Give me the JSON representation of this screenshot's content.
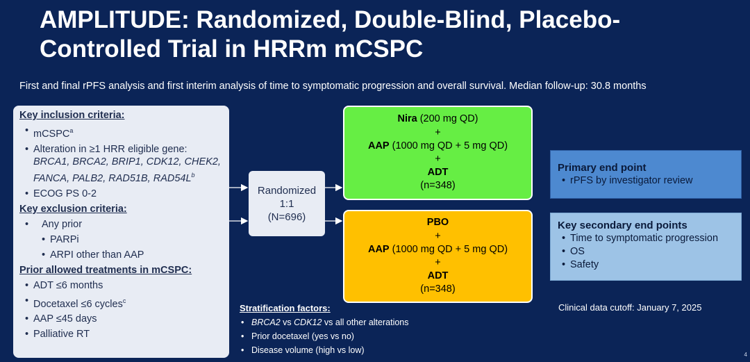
{
  "title": "AMPLITUDE: Randomized, Double-Blind, Placebo-Controlled Trial in HRRm mCSPC",
  "subtitle": "First and final rPFS analysis and first interim analysis of time to symptomatic progression and overall survival. Median follow-up: 30.8 months",
  "criteria": {
    "inclusion_heading": "Key inclusion criteria:",
    "mcspc": "mCSPC",
    "mcspc_sup": "a",
    "alteration": "Alteration in ≥1 HRR eligible gene:",
    "genes": "BRCA1, BRCA2, BRIP1, CDK12, CHEK2, FANCA, PALB2, RAD51B, RAD54L",
    "genes_sup": "b",
    "ecog": "ECOG PS 0-2",
    "exclusion_heading": "Key exclusion criteria:",
    "any_prior": "Any prior",
    "parpi": "PARPi",
    "arpi": "ARPI other than AAP",
    "prior_heading": "Prior allowed treatments in mCSPC:",
    "adt": "ADT ≤6 months",
    "docetaxel": "Docetaxel ≤6 cycles",
    "docetaxel_sup": "c",
    "aap": "AAP ≤45 days",
    "rt": "Palliative RT"
  },
  "randomized": {
    "line1": "Randomized",
    "line2": "1:1",
    "line3": "(N=696)"
  },
  "arm_a": {
    "drug": "Nira",
    "drug_dose": " (200 mg QD)",
    "plus1": "+",
    "aap": "AAP",
    "aap_dose": " (1000 mg QD + 5 mg QD)",
    "plus2": "+",
    "adt": "ADT",
    "n": "(n=348)",
    "color": "#66ee44"
  },
  "arm_b": {
    "drug": "PBO",
    "plus1": "+",
    "aap": "AAP",
    "aap_dose": " (1000 mg QD + 5 mg QD)",
    "plus2": "+",
    "adt": "ADT",
    "n": "(n=348)",
    "color": "#ffc000"
  },
  "primary": {
    "heading": "Primary end point",
    "items": [
      "rPFS by investigator review"
    ]
  },
  "secondary": {
    "heading": "Key secondary end points",
    "items": [
      "Time to symptomatic progression",
      "OS",
      "Safety"
    ]
  },
  "stratification": {
    "heading": "Stratification factors:",
    "item1_a": "BRCA2",
    "item1_b": " vs ",
    "item1_c": "CDK12",
    "item1_d": " vs all other alterations",
    "item2": "Prior docetaxel (yes vs no)",
    "item3": "Disease volume (high vs low)"
  },
  "cutoff": "Clinical data cutoff: January 7, 2025",
  "page_number": "4"
}
